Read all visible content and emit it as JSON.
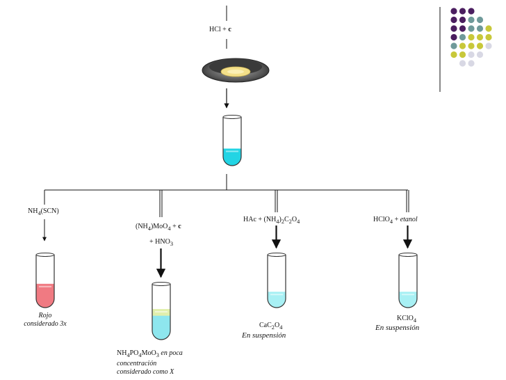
{
  "top_reagent": {
    "text": "HCl + ",
    "bold": "c"
  },
  "branches": [
    {
      "reagent_html": "NH<sub>4</sub>(SCN)",
      "result_html": "<i>Rojo<br>considerado 3x</i>",
      "liquid_color": "#f07a82",
      "liquid_level": 0.45
    },
    {
      "reagent_html": "(NH<sub>4</sub>)MoO<sub>4</sub> + <b>c</b>",
      "reagent2_html": "+ HNO<sub>3</sub>",
      "result_html": "NH<sub>4</sub>PO<sub>4</sub>MoO<sub>3</sub> <i>en poca<br>concentración<br>considerado como X</i>",
      "liquid_color": "#8ee6ee",
      "precipitate_color": "#f0f0a0",
      "liquid_level": 0.55
    },
    {
      "reagent_html": "HAc + (NH<sub>4</sub>)<sub>2</sub>C<sub>2</sub>O<sub>4</sub>",
      "result_html": "CaC<sub>2</sub>O<sub>4</sub>",
      "result2_html": "<i>En suspensión</i>",
      "liquid_color": "#a8f0f4",
      "liquid_level": 0.3
    },
    {
      "reagent_html": "HClO<sub>4</sub> + <i>etanol</i>",
      "result_html": "KClO<sub>4</sub>",
      "result2_html": "<i>En suspensión</i>",
      "liquid_color": "#a8f0f4",
      "liquid_level": 0.3
    }
  ],
  "main_tube": {
    "liquid_color": "#22d4e4",
    "liquid_level": 0.35
  },
  "dish": {
    "bowl_color": "#666666",
    "residue_color": "#f4e08a"
  },
  "decoration": {
    "colors": [
      "#4b1e60",
      "#6f9a9a",
      "#c8c83a",
      "#d8d8e4"
    ]
  }
}
